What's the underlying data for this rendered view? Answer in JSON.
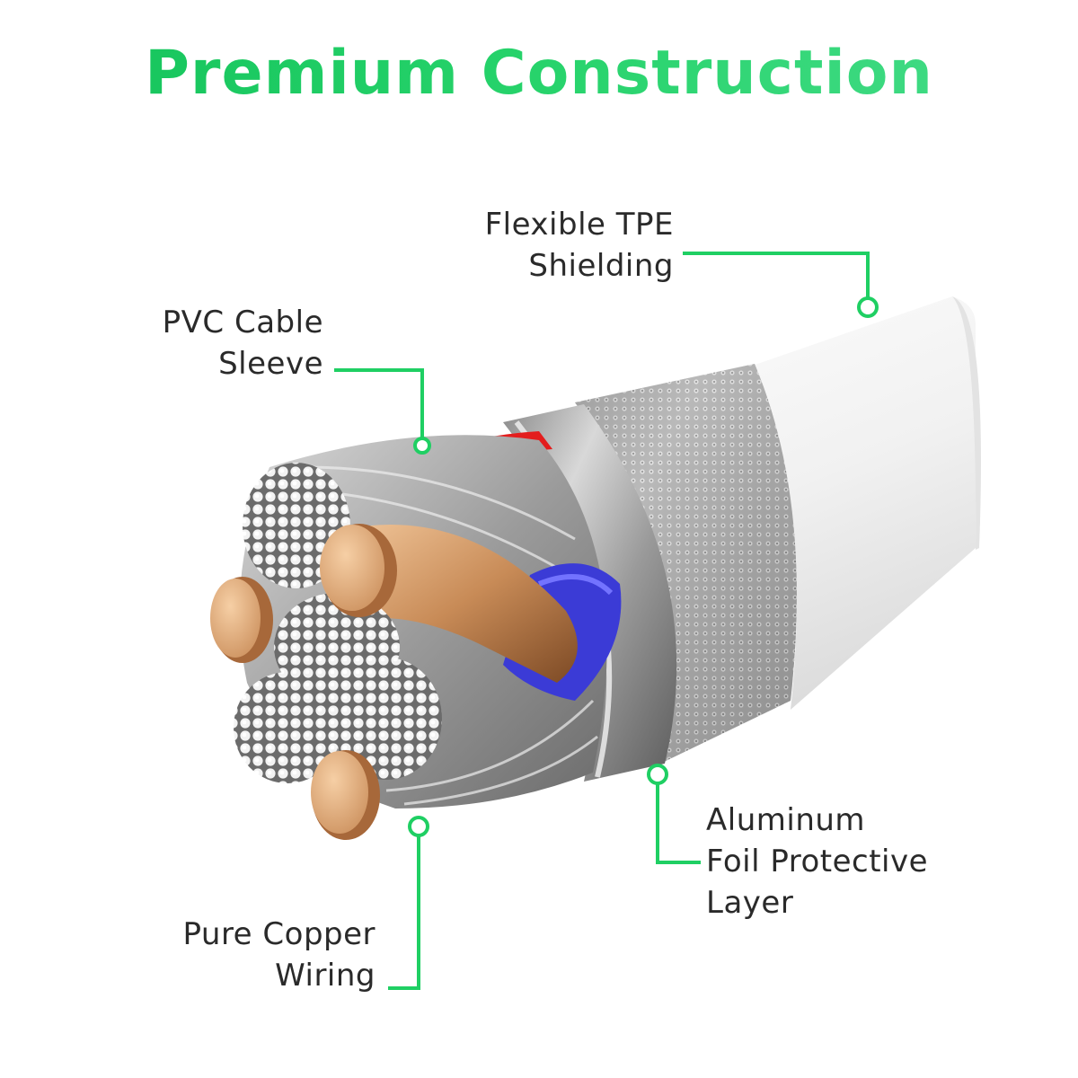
{
  "title": "Premium Construction",
  "accent_color": "#1fcf63",
  "labels": {
    "tpe": {
      "line1": "Flexible TPE",
      "line2": "Shielding"
    },
    "pvc": {
      "line1": "PVC Cable",
      "line2": "Sleeve"
    },
    "foil": {
      "line1": "Aluminum",
      "line2": "Foil Protective",
      "line3": "Layer"
    },
    "copper": {
      "line1": "Pure Copper",
      "line2": "Wiring"
    }
  }
}
